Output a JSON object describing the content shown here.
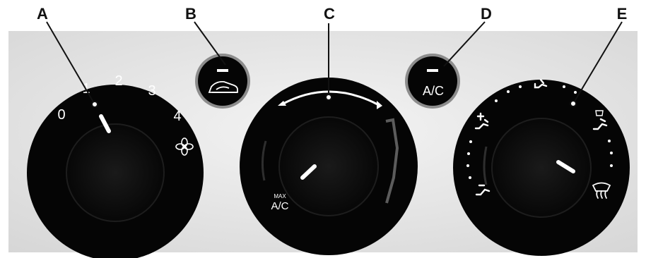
{
  "callouts": {
    "a": "A",
    "b": "B",
    "c": "C",
    "d": "D",
    "e": "E"
  },
  "fan_knob": {
    "speed_labels": [
      "0",
      "1",
      "2",
      "3",
      "4"
    ],
    "icon": "fan-icon"
  },
  "recirc_button": {
    "icon": "recirculation-car-icon"
  },
  "temperature_knob": {
    "max_label": "MAX",
    "ac_label": "A/C"
  },
  "ac_button": {
    "label": "A/C"
  },
  "airflow_knob": {
    "icons": [
      "vent-face-icon",
      "vent-face-feet-icon",
      "vent-feet-icon",
      "vent-feet-defrost-icon",
      "windscreen-defrost-icon"
    ]
  },
  "colors": {
    "panel": "#e4e4e4",
    "knob": "#050505",
    "marking": "#ffffff",
    "callout_line": "#111111"
  }
}
